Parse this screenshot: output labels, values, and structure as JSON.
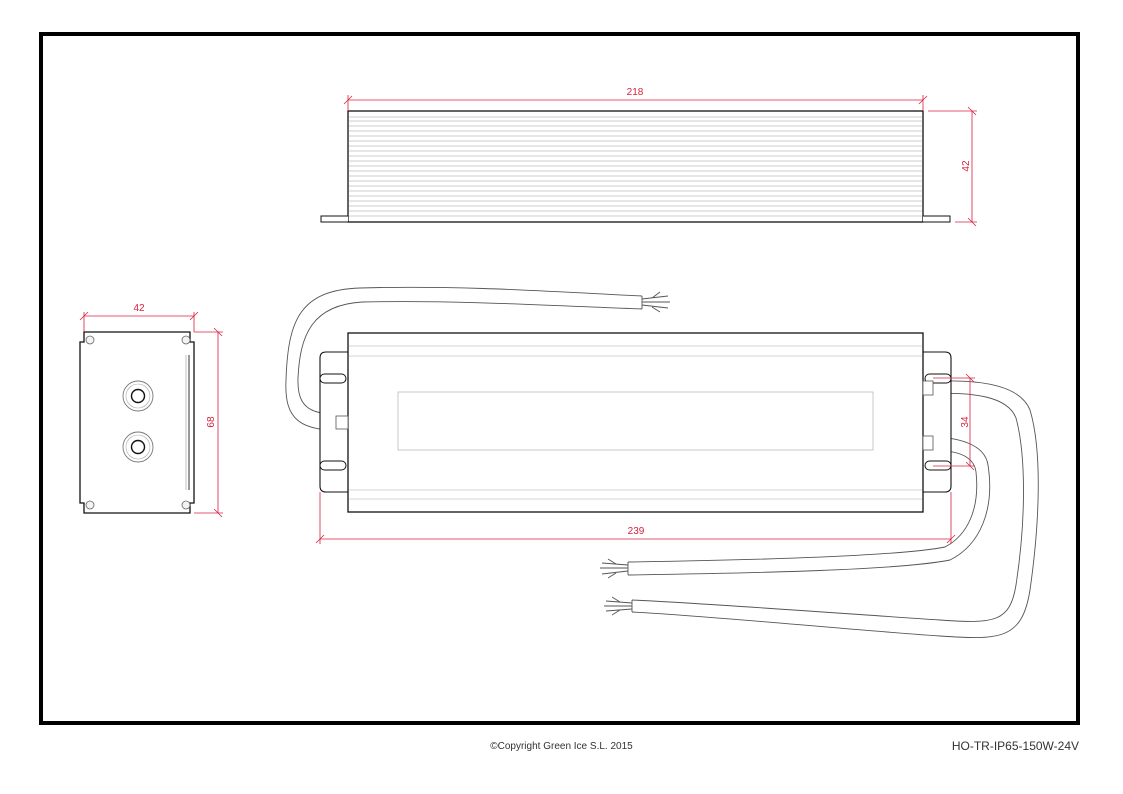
{
  "colors": {
    "dimension": "#d6223f",
    "outline": "#111111",
    "cable": "#555555",
    "frame": "#000000"
  },
  "dimensions": {
    "top_length": "218",
    "top_height": "42",
    "side_width": "42",
    "side_height": "68",
    "body_length": "239",
    "cable_spacing": "34"
  },
  "footer": {
    "copyright": "©Copyright Green Ice S.L. 2015",
    "model": "HO-TR-IP65-150W-24V"
  }
}
